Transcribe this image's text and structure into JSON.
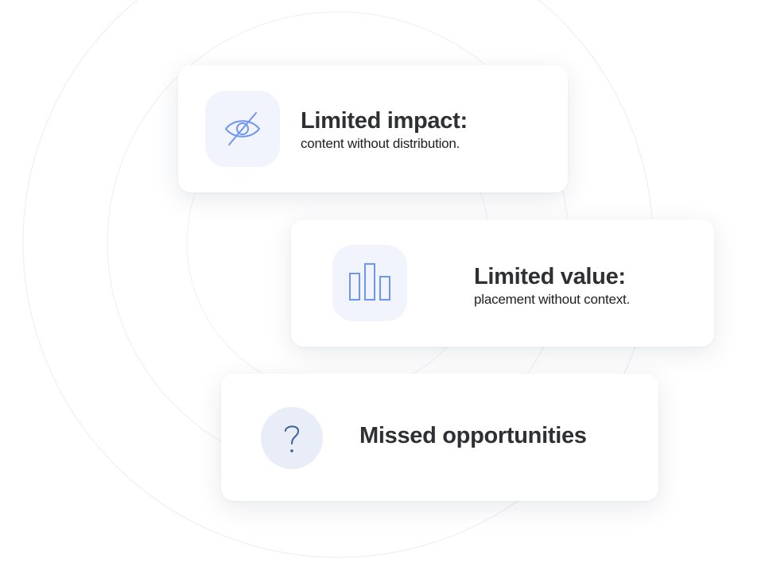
{
  "colors": {
    "icon_stroke": "#6f95f3",
    "question_stroke": "#3f5f9e",
    "tile_bg": "#f1f4fc",
    "circle_tile_bg": "#e8edf7",
    "text": "#2f3034"
  },
  "cards": [
    {
      "icon": "eye-slash-icon",
      "title": "Limited impact:",
      "subtitle": "content without distribution."
    },
    {
      "icon": "bar-chart-icon",
      "title": "Limited value:",
      "subtitle": "placement without context."
    },
    {
      "icon": "question-mark-icon",
      "title": "Missed opportunities"
    }
  ]
}
